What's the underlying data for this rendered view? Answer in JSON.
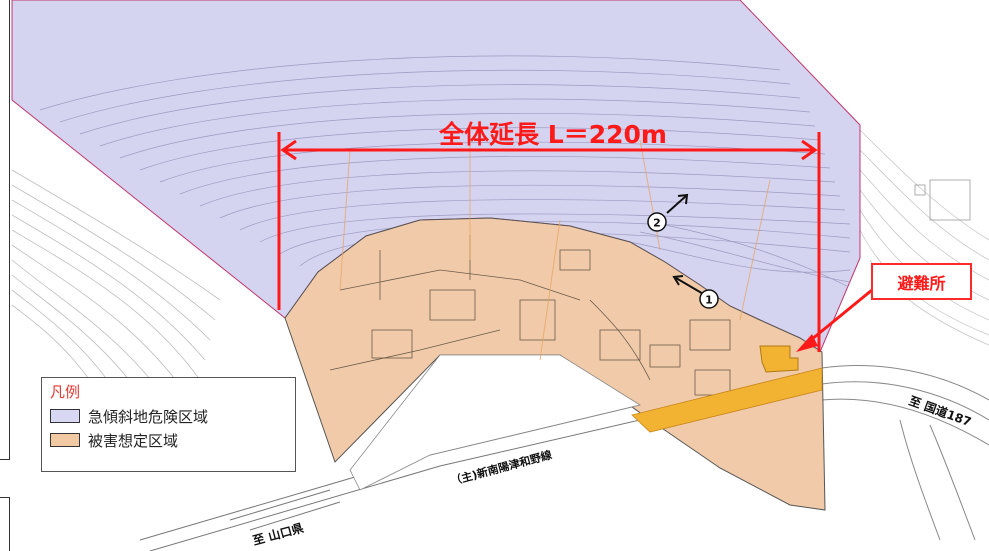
{
  "map": {
    "total_length_label": "全体延長  L＝220m",
    "shelter_label": "避難所",
    "road_label": "（主)新南陽津和野線",
    "to_yamaguchi": "至 山口県",
    "to_route187": "至 国道187",
    "marker_1": "1",
    "marker_2": "2"
  },
  "legend": {
    "title": "凡例",
    "items": [
      {
        "label": "急傾斜地危険区域",
        "color": "#d9d8f2"
      },
      {
        "label": "被害想定区域",
        "color": "#f1c9a2"
      }
    ]
  },
  "colors": {
    "danger_zone_fill": "#d4d3f0",
    "damage_zone_fill": "#efc29a",
    "annotation_red": "#ff1a1a",
    "road_band": "#f2b232",
    "shelter_building": "#f2b232"
  }
}
